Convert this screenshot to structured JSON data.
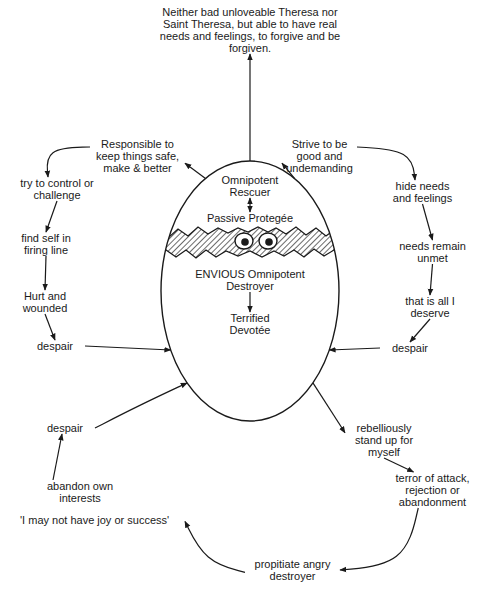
{
  "diagram": {
    "nodes": [
      {
        "text": [
          "Neither bad unloveable Theresa nor Saint Theresa, but able to have real needs and feelings, to forgive and be forgiven."
        ]
      },
      {
        "text": [
          "Responsible to keep things safe, make & better"
        ]
      },
      {
        "text": [
          "Strive to be good and undemanding"
        ]
      },
      {
        "text": [
          "try to control or challenge"
        ]
      },
      {
        "text": [
          "hide needs and feelings"
        ]
      },
      {
        "text": []
      },
      {
        "text": [
          "Omnipotent Rescuer"
        ],
        "in": 5
      },
      {
        "text": [
          "Passive Protegée"
        ],
        "in": 5
      },
      {
        "text": [
          "ENVIOUS Omnipotent Destroyer"
        ],
        "in": 5
      },
      {
        "text": [
          "Terrified Devotée"
        ],
        "in": 5
      },
      {
        "text": [
          "find self in firing line"
        ]
      },
      {
        "text": [
          "needs remain unmet"
        ]
      },
      {
        "text": [
          "Hurt and wounded"
        ]
      },
      {
        "text": [
          "that is all I deserve"
        ]
      },
      {
        "text": [
          "despair"
        ]
      },
      {
        "text": [
          "despair"
        ]
      },
      {
        "text": [
          "rebelliously stand up for myself"
        ]
      },
      {
        "text": [
          "despair"
        ]
      },
      {
        "text": [
          "terror of attack, rejection or abandonment"
        ]
      },
      {
        "text": [
          "abandon own interests",
          "'I may not have joy or success'"
        ]
      },
      {
        "text": [
          "propitiate angry destroyer"
        ]
      }
    ],
    "edges": [
      {
        "from": 5,
        "to": 0,
        "arrow": "to"
      },
      {
        "from": 5,
        "to": 1,
        "arrow": "to"
      },
      {
        "from": 1,
        "to": 3,
        "arrow": "to"
      },
      {
        "from": 3,
        "to": 10,
        "arrow": "to"
      },
      {
        "from": 10,
        "to": 12,
        "arrow": "to"
      },
      {
        "from": 12,
        "to": 14,
        "arrow": "to"
      },
      {
        "from": 14,
        "to": 5,
        "arrow": "to"
      },
      {
        "from": 5,
        "to": 2,
        "arrow": "to"
      },
      {
        "from": 2,
        "to": 4,
        "arrow": "to"
      },
      {
        "from": 4,
        "to": 11,
        "arrow": "to"
      },
      {
        "from": 11,
        "to": 13,
        "arrow": "to"
      },
      {
        "from": 13,
        "to": 15,
        "arrow": "to"
      },
      {
        "from": 15,
        "to": 5,
        "arrow": "to"
      },
      {
        "from": 5,
        "to": 16,
        "arrow": "to"
      },
      {
        "from": 16,
        "to": 18,
        "arrow": "to"
      },
      {
        "from": 18,
        "to": 20,
        "arrow": "to"
      },
      {
        "from": 20,
        "to": 19,
        "arrow": "to"
      },
      {
        "from": 19,
        "to": 17,
        "arrow": "to"
      },
      {
        "from": 17,
        "to": 5,
        "arrow": "to"
      },
      {
        "from": 6,
        "to": 7,
        "arrow": "both"
      },
      {
        "from": 8,
        "to": 9,
        "arrow": "to"
      }
    ]
  }
}
